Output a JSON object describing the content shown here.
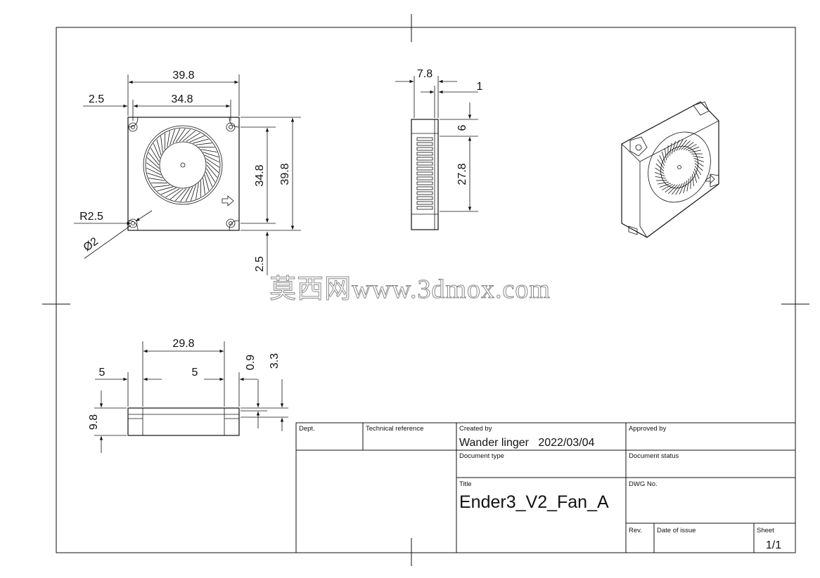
{
  "watermark": "莫西网www.3dmox.com",
  "views": {
    "front": {
      "dims": {
        "overall_width": "39.8",
        "hole_spacing_w": "34.8",
        "edge_offset": "2.5",
        "hole_spacing_h": "34.8",
        "overall_height": "39.8",
        "corner_radius": "R2.5",
        "hole_diameter": "Ø2",
        "bottom_offset": "2.5"
      }
    },
    "side": {
      "dims": {
        "thickness": "7.8",
        "wall": "1",
        "top_gap": "6",
        "outlet_height": "27.8"
      }
    },
    "bottom": {
      "dims": {
        "outlet_width": "29.8",
        "left_margin": "5",
        "right_margin": "5",
        "height": "9.8",
        "step_small": "0.9",
        "step_large": "3.3"
      }
    }
  },
  "title_block": {
    "dept_label": "Dept.",
    "tech_ref_label": "Technical reference",
    "created_by_label": "Created by",
    "created_by_value": "Wander linger   2022/03/04",
    "approved_by_label": "Approved by",
    "doc_type_label": "Document type",
    "doc_status_label": "Document status",
    "title_label": "Title",
    "title_value": "Ender3_V2_Fan_A",
    "dwg_no_label": "DWG No.",
    "rev_label": "Rev.",
    "date_issue_label": "Date of issue",
    "sheet_label": "Sheet",
    "sheet_value": "1/1"
  }
}
